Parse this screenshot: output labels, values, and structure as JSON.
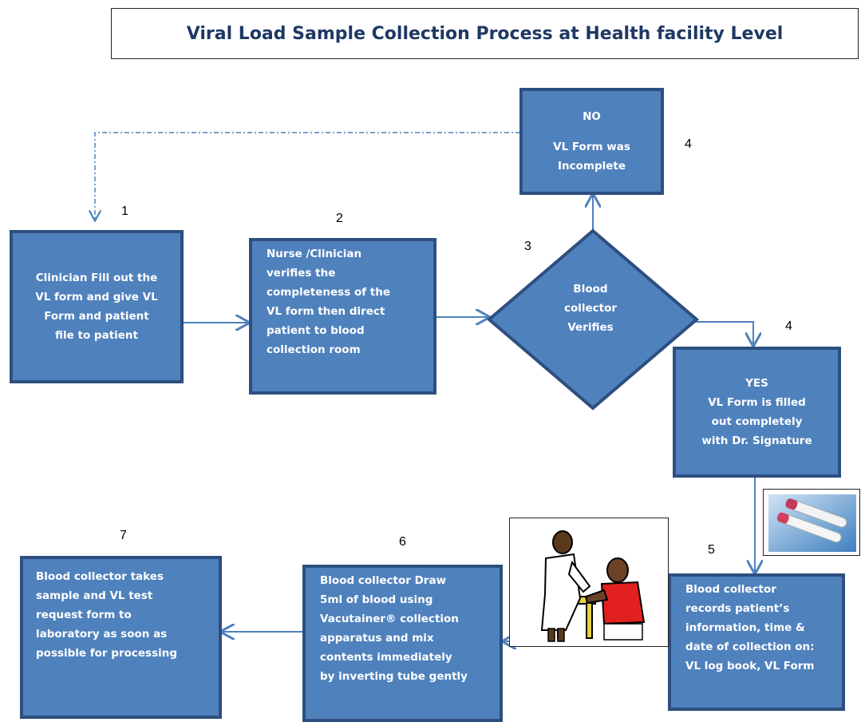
{
  "title": "Viral Load Sample Collection Process at Health facility Level",
  "steps": {
    "s1": {
      "number": "1",
      "lines": [
        "Clinician Fill out the",
        "VL form and give VL",
        "Form and patient",
        "file to patient"
      ]
    },
    "s2": {
      "number": "2",
      "lines": [
        "Nurse /Clinician",
        "verifies the",
        "completeness of the",
        "VL form then direct",
        "patient to blood",
        "collection room"
      ]
    },
    "s3": {
      "number": "3",
      "lines": [
        "Blood",
        "collector",
        "Verifies"
      ]
    },
    "s4_no": {
      "number": "4",
      "lines": [
        "NO",
        "",
        "VL Form was",
        "Incomplete"
      ]
    },
    "s4_yes": {
      "number": "4",
      "lines": [
        "YES",
        "VL Form is filled",
        "out completely",
        "with Dr.  Signature"
      ]
    },
    "s5": {
      "number": "5",
      "lines": [
        "Blood collector",
        "records patient’s",
        "information, time &",
        "date of collection on:",
        "VL log book, VL Form"
      ]
    },
    "s6": {
      "number": "6",
      "lines": [
        "Blood collector Draw",
        "5ml of blood using",
        "Vacutainer® collection",
        "apparatus and mix",
        "contents immediately",
        "by inverting tube gently"
      ]
    },
    "s7": {
      "number": "7",
      "lines": [
        "Blood collector takes",
        "sample and VL test",
        "request form to",
        "laboratory as soon as",
        "possible for processing"
      ]
    }
  },
  "colors": {
    "box_fill": "#4f81bd",
    "box_border": "#2d4f7f",
    "arrow": "#4f81bd",
    "title_text": "#1f3864"
  }
}
